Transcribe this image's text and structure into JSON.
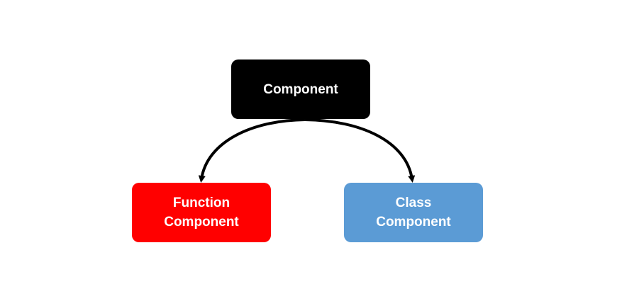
{
  "diagram": {
    "nodes": [
      {
        "id": "root",
        "label": "Component",
        "color": "#000000"
      },
      {
        "id": "left",
        "label": "Function\nComponent",
        "color": "#ff0000"
      },
      {
        "id": "right",
        "label": "Class\nComponent",
        "color": "#5b9bd5"
      }
    ],
    "edges": [
      {
        "from": "root",
        "to": "left"
      },
      {
        "from": "root",
        "to": "right"
      }
    ],
    "edge_color": "#000000"
  }
}
